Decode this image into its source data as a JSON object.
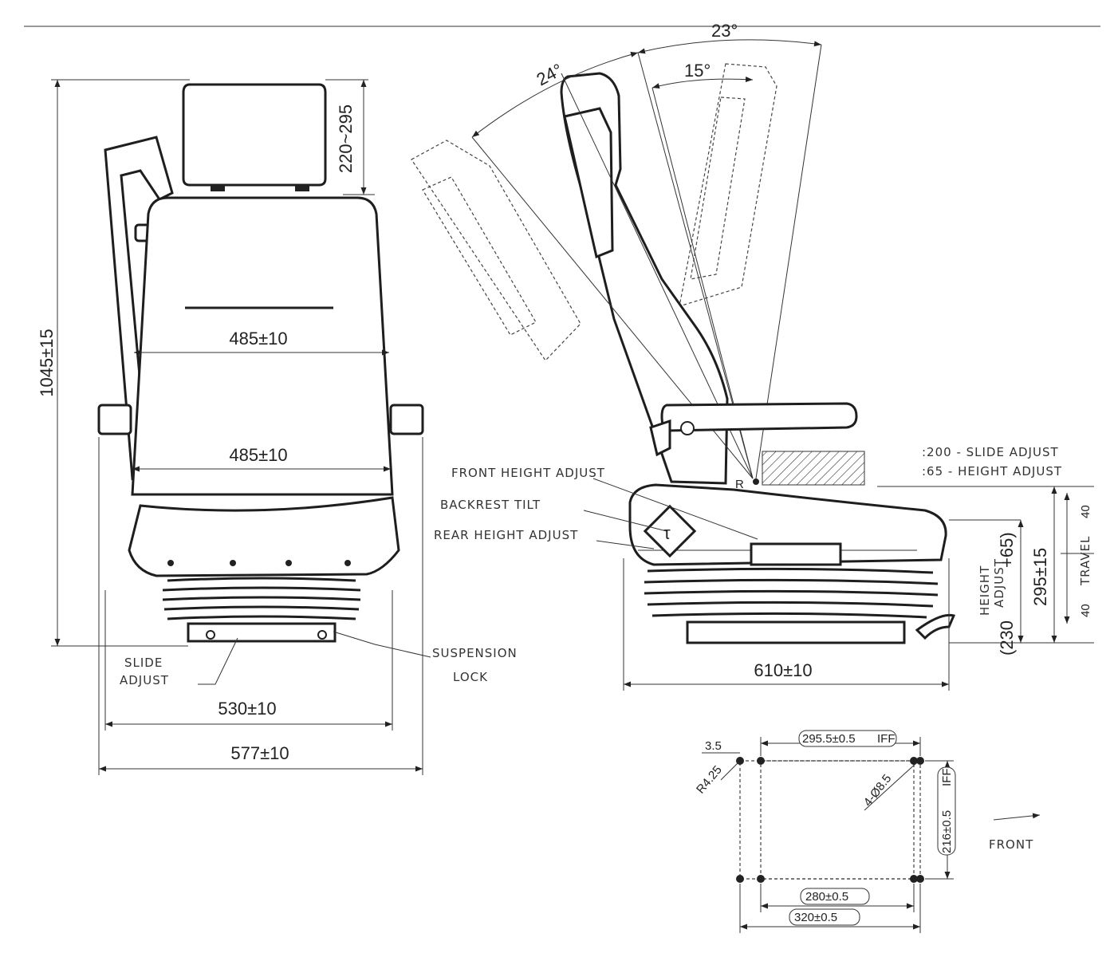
{
  "front_view": {
    "height_total": "1045±15",
    "headrest_range": "220~295",
    "backrest_width": "485±10",
    "cushion_width": "485±10",
    "base_width": "530±10",
    "overall_width": "577±10",
    "labels": {
      "slide_adjust_1": "SLIDE",
      "slide_adjust_2": "ADJUST",
      "suspension_1": "SUSPENSION",
      "suspension_2": "LOCK"
    }
  },
  "side_view": {
    "angle_back_forward": "24°",
    "angle_total": "23°",
    "angle_inner": "15°",
    "slide_adjust_note": ":200 - SLIDE ADJUST",
    "height_adjust_note": ":65 - HEIGHT ADJUST",
    "ref_point": "R",
    "depth": "610±10",
    "height_label_1": "HEIGHT",
    "height_label_2": "ADJUST",
    "height_label_3": "(230",
    "height_label_4": "+65)",
    "suspension_height": "295±15",
    "travel_top": "40",
    "travel_label": "TRAVEL",
    "travel_bottom": "40",
    "labels": {
      "front_height": "FRONT HEIGHT ADJUST",
      "backrest_tilt": "BACKREST TILT",
      "rear_height": "REAR HEIGHT ADJUST"
    }
  },
  "mounting": {
    "offset": "3.5",
    "top_width": "295.5±0.5",
    "radius": "R4.25",
    "holes": "4-Ø8.5",
    "side_height": "216±0.5",
    "inner_width": "280±0.5",
    "outer_width": "320±0.5",
    "tag": "IFF"
  },
  "direction": {
    "front": "FRONT"
  }
}
